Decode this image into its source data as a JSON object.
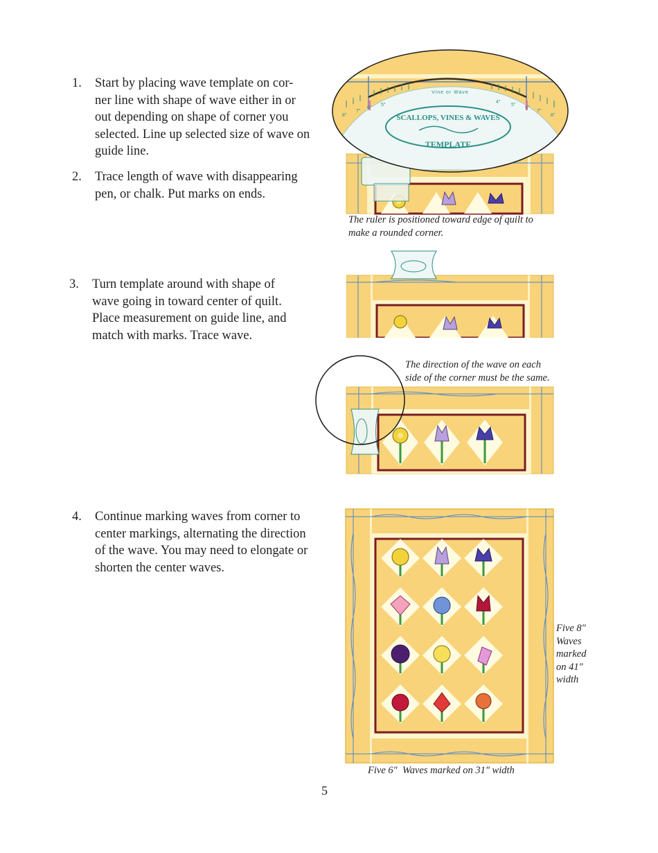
{
  "steps": [
    {
      "number": "1.",
      "lines": [
        "Start by placing wave template on cor-",
        "ner line with shape of wave either in or",
        "out depending on shape of corner you",
        "selected. Line up selected size of wave on",
        "guide line."
      ]
    },
    {
      "number": "2.",
      "lines": [
        "Trace length of wave with disappearing",
        "pen, or chalk. Put marks on ends."
      ]
    },
    {
      "number": "3.",
      "lines": [
        "Turn template around with shape of",
        "wave going in toward center of quilt.",
        "Place measurement on guide line, and",
        "match with marks. Trace wave."
      ]
    },
    {
      "number": "4.",
      "lines": [
        "Continue marking waves from corner to",
        "center markings, alternating the direction",
        "of the wave. You may need to elongate or",
        "shorten the center waves."
      ]
    }
  ],
  "captions": {
    "ruler_position": [
      "The ruler is positioned toward edge of quilt to",
      "make a rounded corner."
    ],
    "wave_direction": [
      "The direction of the wave on each",
      "side of the corner must be the same."
    ],
    "side_waves": [
      "Five 8\"",
      "Waves",
      "marked",
      "on 41\"",
      "width"
    ],
    "bottom_waves": "Five 6\"  Waves marked on 31\" width"
  },
  "template_ruler": {
    "title": "SCALLOPS, VINES & WAVES",
    "subtitle": "TEMPLATE",
    "top_label": "Vine or Wave",
    "scale_labels": [
      "8\"",
      "7\"",
      "6\"",
      "5\"",
      "4\"",
      "5\"",
      "6\"",
      "7\"",
      "8\""
    ]
  },
  "page_number": "5",
  "colors": {
    "quilt_yellow": "#f8d37a",
    "light_yellow": "#fdf3c5",
    "cream": "#fffbe0",
    "maroon": "#7b1b22",
    "guide_blue": "#4f86c6",
    "ruler_teal": "#2a8f86"
  }
}
